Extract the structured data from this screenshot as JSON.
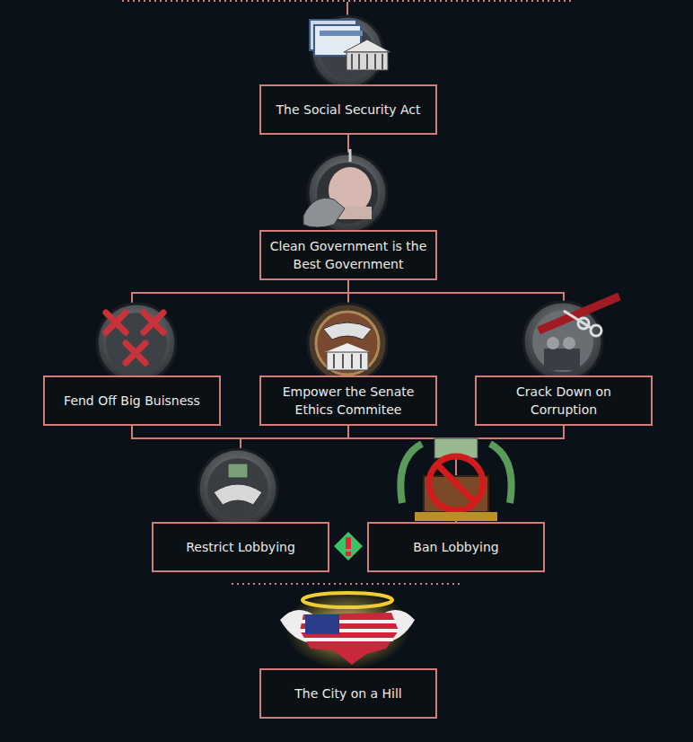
{
  "diagram": {
    "nodes": [
      {
        "text": [
          "The Social Security Act"
        ]
      },
      {
        "text": [
          "Clean Government is the Best Government"
        ]
      },
      {
        "text": [
          "Fend Off Big Buisness"
        ]
      },
      {
        "text": [
          "Empower the Senate Ethics Commitee"
        ]
      },
      {
        "text": [
          "Crack Down on Corruption"
        ]
      },
      {
        "text": [
          "Restrict Lobbying"
        ]
      },
      {
        "text": [
          "Ban Lobbying"
        ]
      },
      {
        "text": [
          "The City on a Hill"
        ]
      }
    ],
    "edges": [
      {
        "from": 0,
        "to": 1,
        "arrow": "none"
      },
      {
        "from": 1,
        "to": 2,
        "arrow": "none"
      },
      {
        "from": 1,
        "to": 3,
        "arrow": "none"
      },
      {
        "from": 1,
        "to": 4,
        "arrow": "none"
      },
      {
        "from": 2,
        "to": 5,
        "arrow": "none"
      },
      {
        "from": 3,
        "to": 5,
        "arrow": "none"
      },
      {
        "from": 4,
        "to": 5,
        "arrow": "none"
      },
      {
        "from": 2,
        "to": 6,
        "arrow": "none"
      },
      {
        "from": 3,
        "to": 6,
        "arrow": "none"
      },
      {
        "from": 4,
        "to": 6,
        "arrow": "none"
      }
    ]
  }
}
